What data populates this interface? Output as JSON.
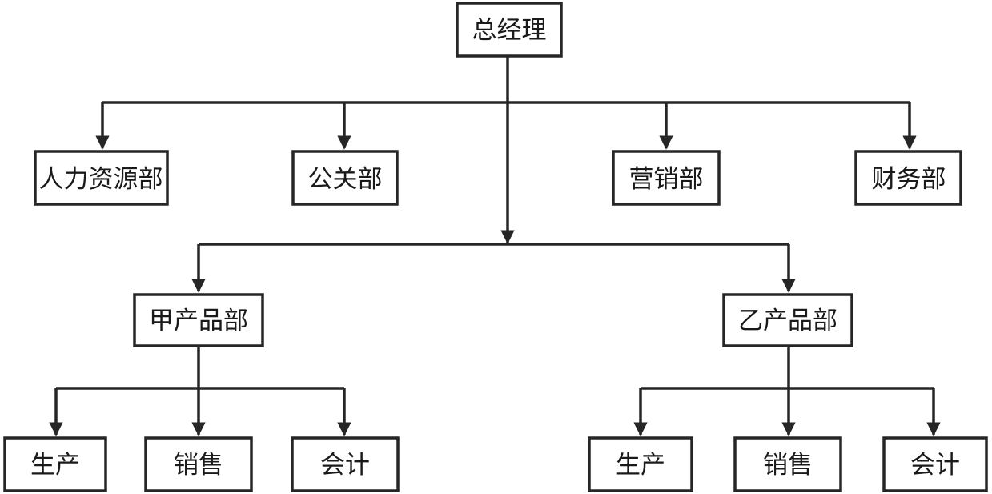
{
  "diagram": {
    "nodes": {
      "gm": {
        "label": "总经理"
      },
      "hr": {
        "label": "人力资源部"
      },
      "pr": {
        "label": "公关部"
      },
      "marketing": {
        "label": "营销部"
      },
      "finance": {
        "label": "财务部"
      },
      "product_a": {
        "label": "甲产品部"
      },
      "product_b": {
        "label": "乙产品部"
      },
      "a_production": {
        "label": "生产"
      },
      "a_sales": {
        "label": "销售"
      },
      "a_accounting": {
        "label": "会计"
      },
      "b_production": {
        "label": "生产"
      },
      "b_sales": {
        "label": "销售"
      },
      "b_accounting": {
        "label": "会计"
      }
    },
    "edges": [
      {
        "from": "gm",
        "to": "hr"
      },
      {
        "from": "gm",
        "to": "pr"
      },
      {
        "from": "gm",
        "to": "marketing"
      },
      {
        "from": "gm",
        "to": "finance"
      },
      {
        "from": "gm",
        "to": "product_a"
      },
      {
        "from": "gm",
        "to": "product_b"
      },
      {
        "from": "product_a",
        "to": "a_production"
      },
      {
        "from": "product_a",
        "to": "a_sales"
      },
      {
        "from": "product_a",
        "to": "a_accounting"
      },
      {
        "from": "product_b",
        "to": "b_production"
      },
      {
        "from": "product_b",
        "to": "b_sales"
      },
      {
        "from": "product_b",
        "to": "b_accounting"
      }
    ],
    "colors": {
      "line": "#262626",
      "text": "#1a1a1a",
      "background": "#ffffff"
    }
  }
}
